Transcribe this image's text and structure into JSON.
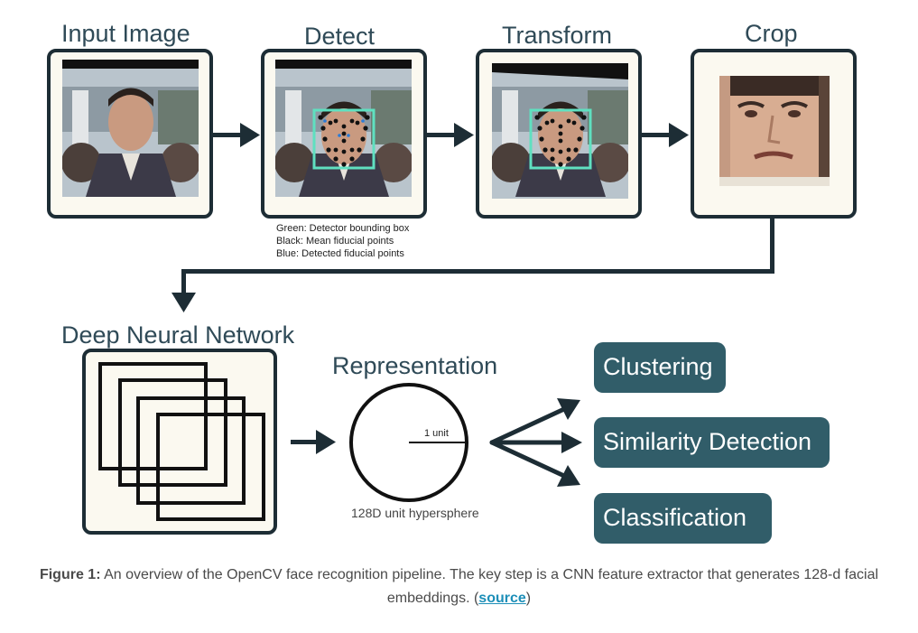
{
  "steps": {
    "input_image": "Input Image",
    "detect": "Detect",
    "transform": "Transform",
    "crop": "Crop",
    "dnn": "Deep Neural Network",
    "representation": "Representation"
  },
  "legend": {
    "green": "Green: Detector bounding box",
    "black": "Black: Mean fiducial points",
    "blue": "Blue: Detected fiducial points"
  },
  "sphere": {
    "radius_label": "1 unit",
    "caption": "128D unit hypersphere"
  },
  "outputs": {
    "clustering": "Clustering",
    "similarity": "Similarity Detection",
    "classification": "Classification"
  },
  "caption": {
    "prefix": "Figure 1:",
    "text": " An overview of the OpenCV face recognition pipeline. The key step is a CNN feature extractor that generates 128-d facial embeddings. (",
    "link": "source",
    "suffix": ")"
  },
  "colors": {
    "frame": "#1d2d35",
    "card_bg": "#fbf9f0",
    "pill": "#315d69",
    "label": "#2f4a57",
    "box_green": "#5fe0c0",
    "link": "#1d8fb8"
  }
}
